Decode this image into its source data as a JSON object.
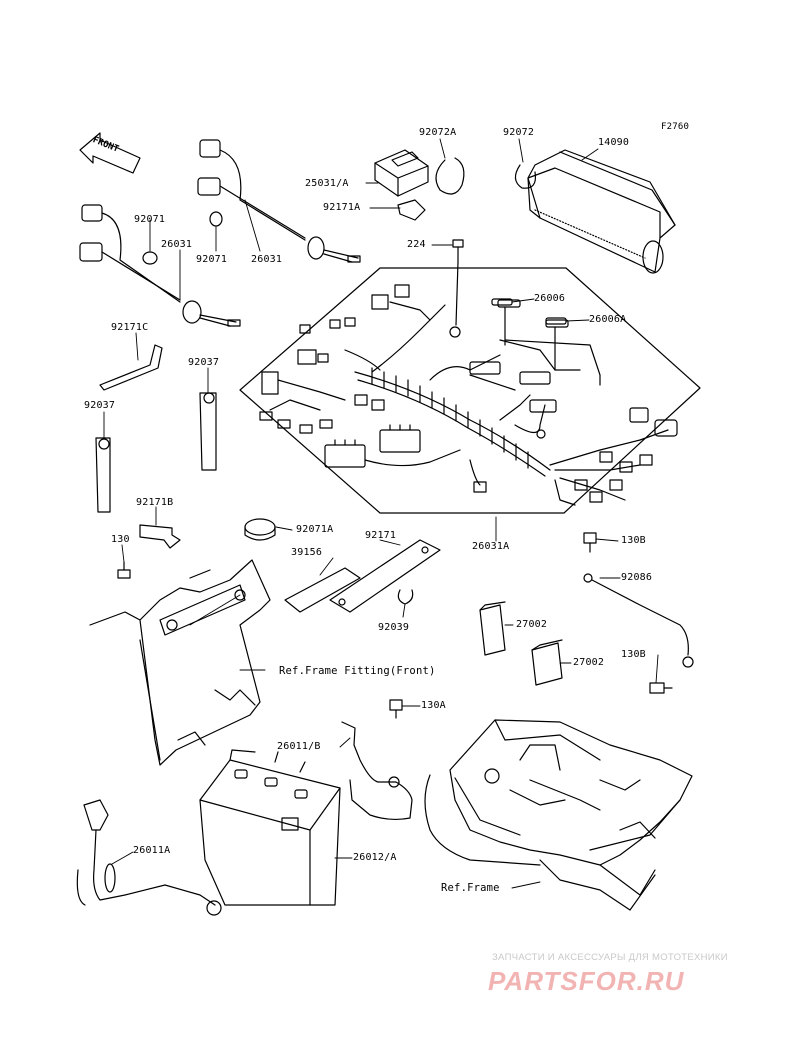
{
  "figure": {
    "code": "F2760"
  },
  "labels": {
    "front": "FRONT"
  },
  "parts": {
    "p92072A": "92072A",
    "p92072": "92072",
    "p14090": "14090",
    "p25031A": "25031/A",
    "p92171A": "92171A",
    "p224": "224",
    "p92071_a": "92071",
    "p92071_b": "92071",
    "p26031_a": "26031",
    "p26031_b": "26031",
    "p26006": "26006",
    "p26006A": "26006A",
    "p92171C": "92171C",
    "p92037_a": "92037",
    "p92037_b": "92037",
    "p92171B": "92171B",
    "p92071A": "92071A",
    "p92171": "92171",
    "p130": "130",
    "p26031A": "26031A",
    "p130B_a": "130B",
    "p39156": "39156",
    "p92086": "92086",
    "p92039": "92039",
    "p27002_a": "27002",
    "p27002_b": "27002",
    "p130B_b": "130B",
    "p130A": "130A",
    "p26011B": "26011/B",
    "p26011A": "26011A",
    "p26012A": "26012/A"
  },
  "refs": {
    "frame_fitting": "Ref.Frame Fitting(Front)",
    "frame": "Ref.Frame"
  },
  "watermark": {
    "tagline": "ЗАПЧАСТИ И АКСЕССУАРЫ ДЛЯ МОТОТЕХНИКИ",
    "logo": "PARTSFOR.RU",
    "color": "#f2b3b3"
  }
}
